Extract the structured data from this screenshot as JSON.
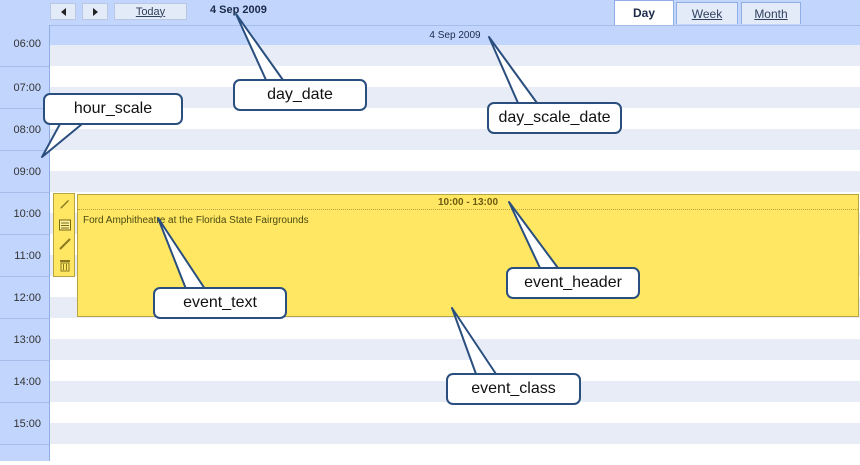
{
  "nav": {
    "today_label": "Today",
    "date": "4 Sep 2009",
    "tabs": {
      "day": "Day",
      "week": "Week",
      "month": "Month"
    }
  },
  "day_scale": {
    "date": "4 Sep 2009"
  },
  "hours": [
    "06:00",
    "07:00",
    "08:00",
    "09:00",
    "10:00",
    "11:00",
    "12:00",
    "13:00",
    "14:00",
    "15:00"
  ],
  "event": {
    "header": "10:00 - 13:00",
    "text": "Ford Amphitheatre at the Florida State Fairgrounds",
    "bar_icons": [
      "pencil-icon",
      "details-icon",
      "edit-icon",
      "delete-icon"
    ]
  },
  "annotations": {
    "hour_scale": "hour_scale",
    "day_date": "day_date",
    "day_scale_date": "day_scale_date",
    "event_text": "event_text",
    "event_header": "event_header",
    "event_class": "event_class"
  },
  "colors": {
    "scale_bg": "#c2d5fc",
    "event_bg": "#ffe763",
    "alt_row": "#e8ecf7",
    "callout_border": "#2a4f7f"
  }
}
